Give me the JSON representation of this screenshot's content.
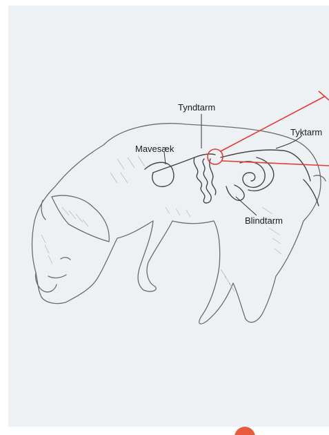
{
  "labels": {
    "small_intestine": "Tyndtarm",
    "large_intestine": "Tyktarm",
    "stomach": "Mavesæk",
    "cecum": "Blindtarm"
  },
  "colors": {
    "paper": "#eef1f4",
    "pencil": "#8a8a8a",
    "outline": "#555555",
    "highlight": "#e53935",
    "badge": "#e85a3c"
  }
}
